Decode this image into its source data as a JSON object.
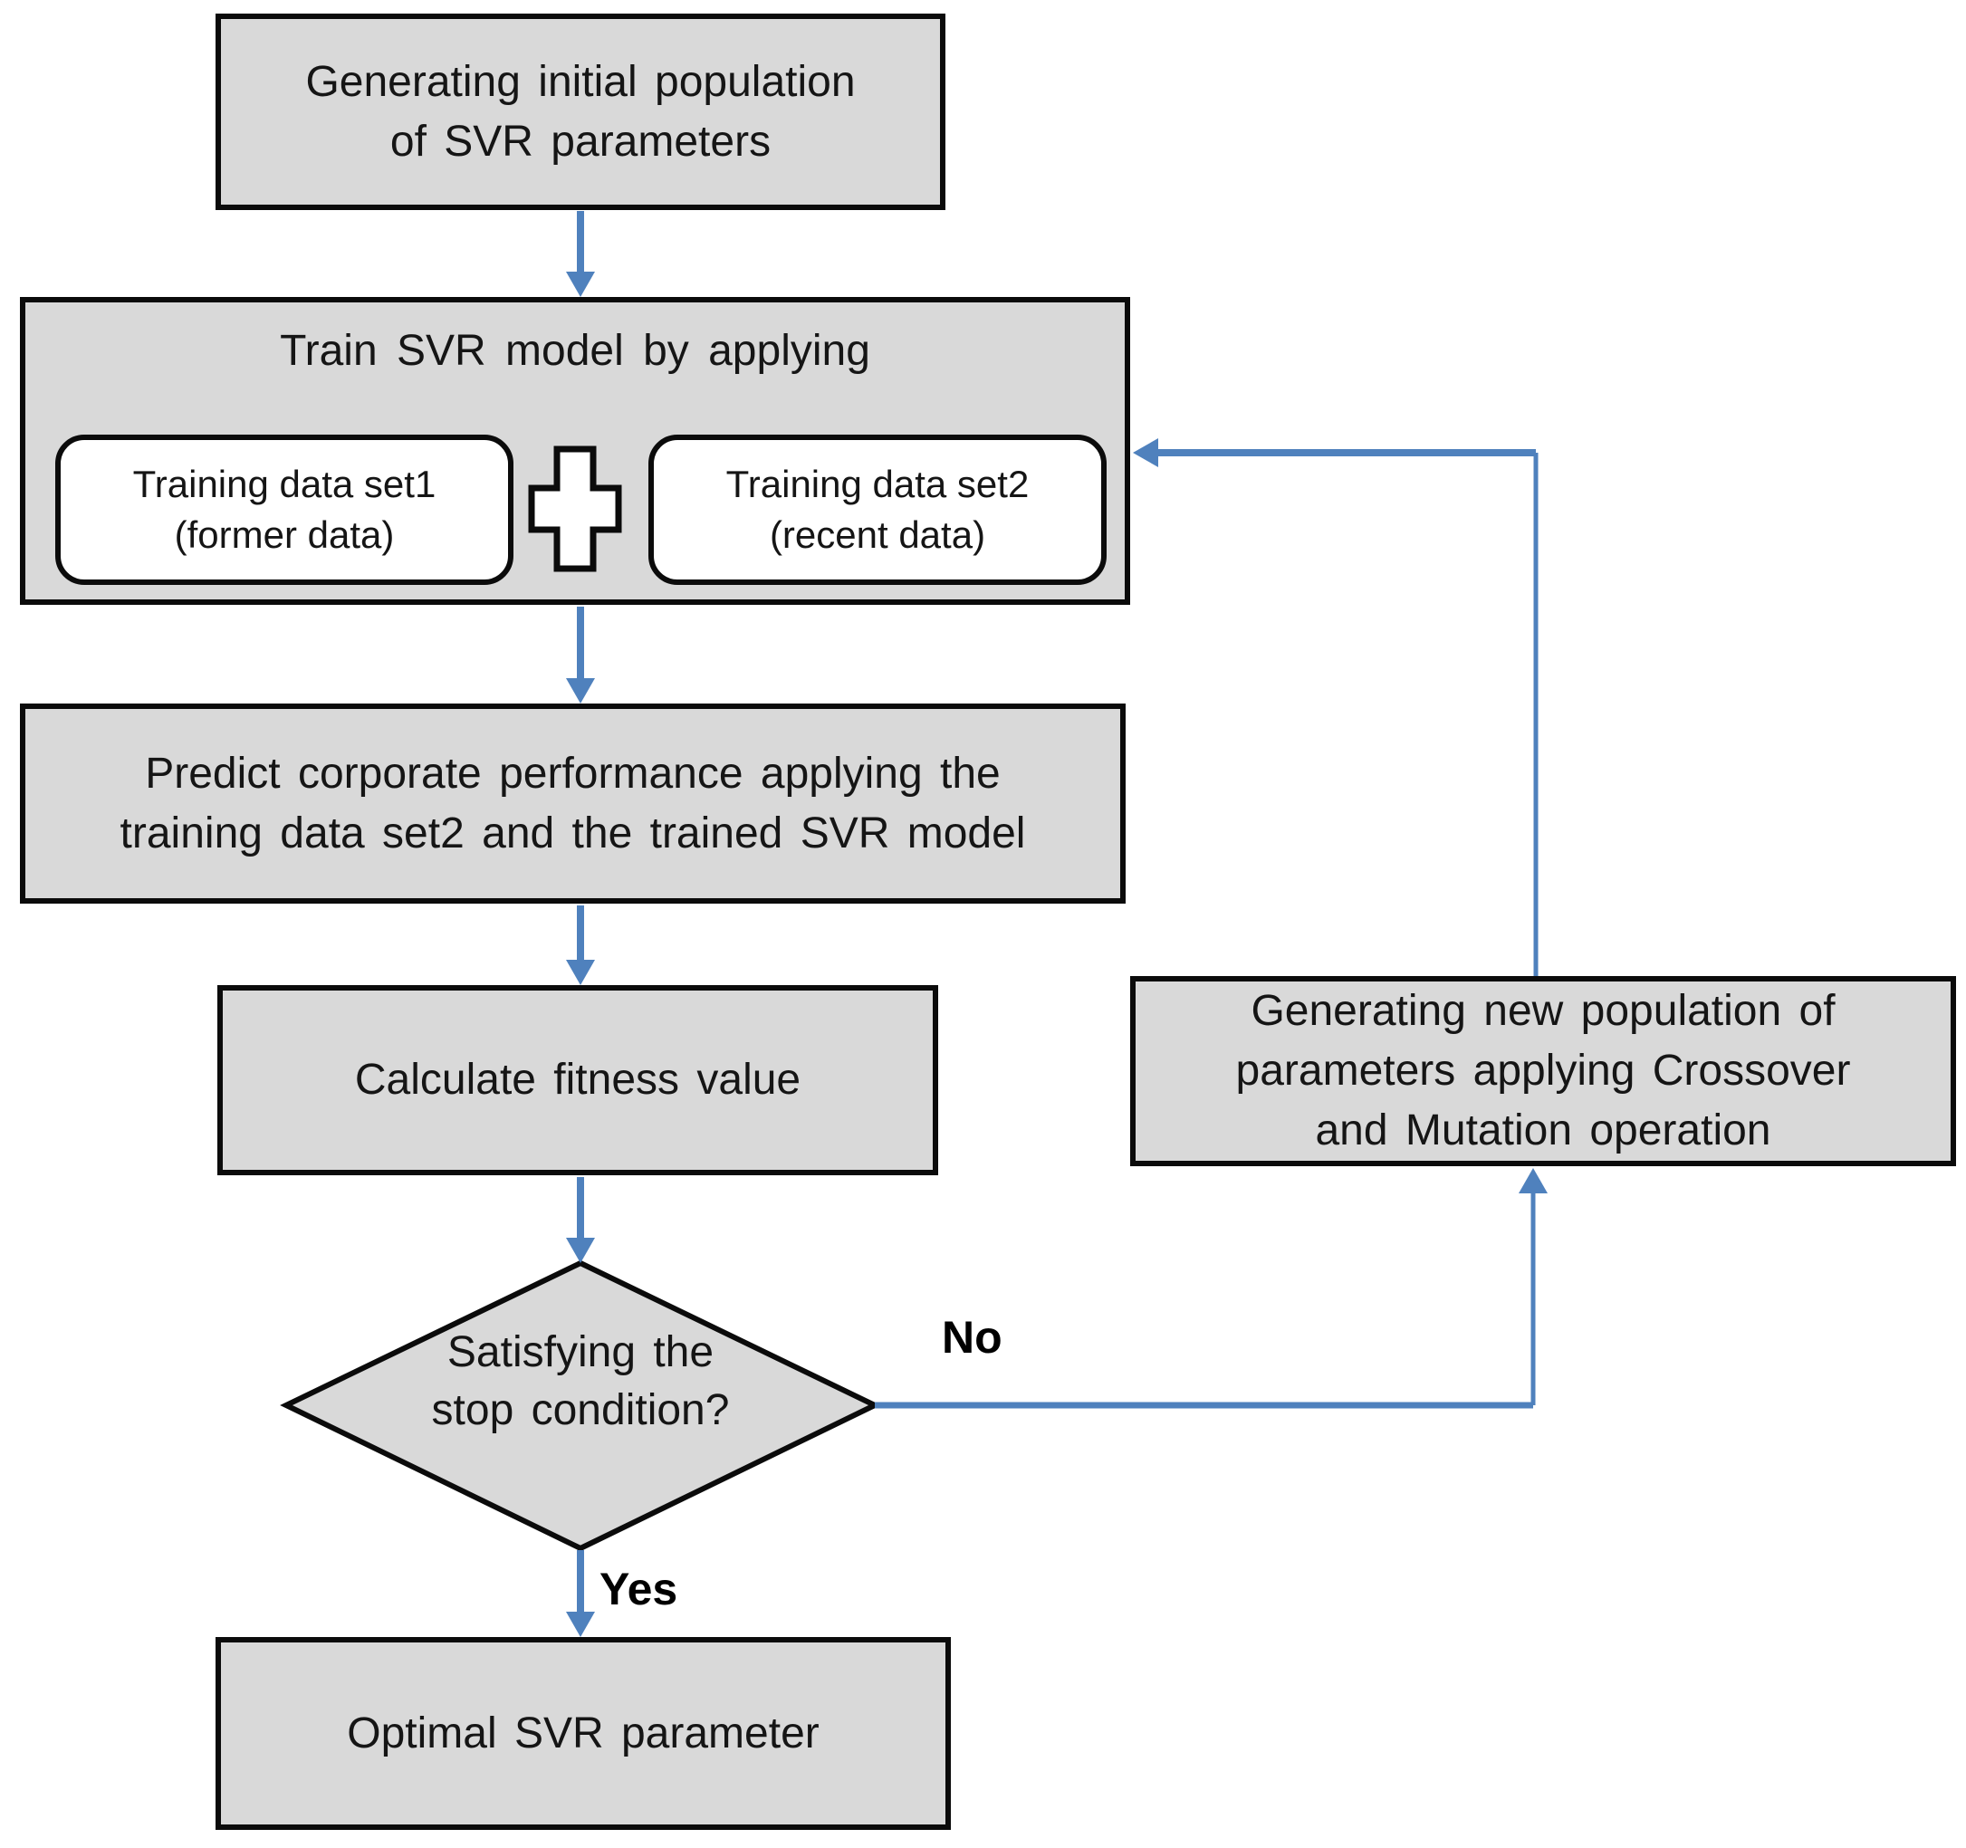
{
  "colors": {
    "box_fill": "#d9d9d9",
    "box_border": "#0b0b0b",
    "inner_fill": "#ffffff",
    "arrow": "#4f81bd",
    "text": "#151515"
  },
  "nodes": {
    "initial": {
      "label": "Generating initial population\nof SVR parameters"
    },
    "train": {
      "title": "Train SVR model by applying",
      "set1_label": "Training data set1\n(former data)",
      "join_icon": "plus-icon",
      "set2_label": "Training data set2\n(recent data)"
    },
    "predict": {
      "label": "Predict corporate performance applying the\ntraining data set2 and the trained SVR model"
    },
    "calculate": {
      "label": "Calculate fitness value"
    },
    "decision": {
      "label": "Satisfying the\nstop condition?"
    },
    "generate_new": {
      "label": "Generating new population of\nparameters applying Crossover\nand Mutation operation"
    },
    "optimal": {
      "label": "Optimal SVR parameter"
    }
  },
  "edges": {
    "yes_label": "Yes",
    "no_label": "No"
  }
}
